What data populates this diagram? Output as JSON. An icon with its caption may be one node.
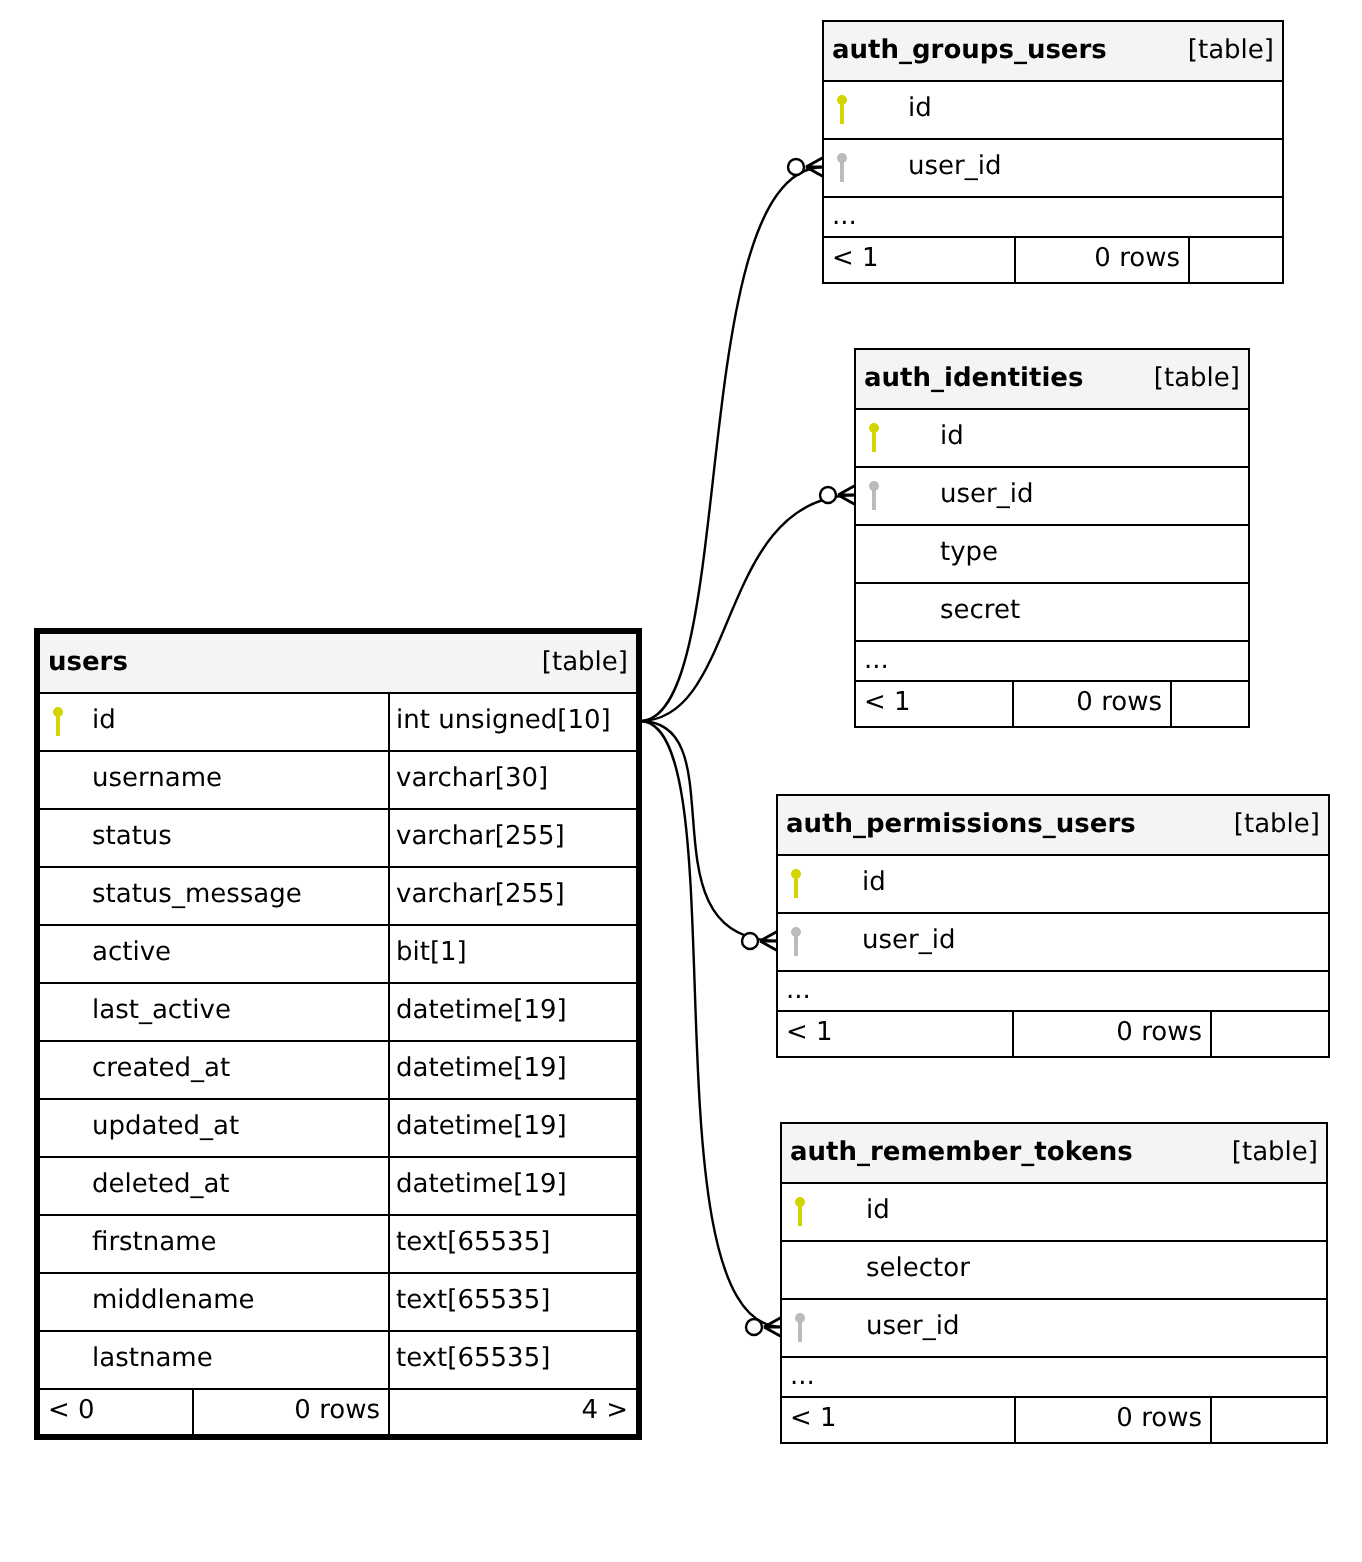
{
  "diagram": {
    "nodes": [
      {
        "text": [
          "users",
          "[table]"
        ]
      },
      {
        "text": [
          "id",
          "int unsigned[10]"
        ],
        "in": 0
      },
      {
        "text": [
          "username",
          "varchar[30]"
        ],
        "in": 0
      },
      {
        "text": [
          "status",
          "varchar[255]"
        ],
        "in": 0
      },
      {
        "text": [
          "status_message",
          "varchar[255]"
        ],
        "in": 0
      },
      {
        "text": [
          "active",
          "bit[1]"
        ],
        "in": 0
      },
      {
        "text": [
          "last_active",
          "datetime[19]"
        ],
        "in": 0
      },
      {
        "text": [
          "created_at",
          "datetime[19]"
        ],
        "in": 0
      },
      {
        "text": [
          "updated_at",
          "datetime[19]"
        ],
        "in": 0
      },
      {
        "text": [
          "deleted_at",
          "datetime[19]"
        ],
        "in": 0
      },
      {
        "text": [
          "firstname",
          "text[65535]"
        ],
        "in": 0
      },
      {
        "text": [
          "middlename",
          "text[65535]"
        ],
        "in": 0
      },
      {
        "text": [
          "lastname",
          "text[65535]"
        ],
        "in": 0
      },
      {
        "text": [
          "< 0",
          "0 rows",
          "4 >"
        ],
        "in": 0
      },
      {
        "text": [
          "auth_groups_users",
          "[table]"
        ]
      },
      {
        "text": [
          "id"
        ],
        "in": 14
      },
      {
        "text": [
          "user_id"
        ],
        "in": 14
      },
      {
        "text": [
          "..."
        ],
        "in": 14
      },
      {
        "text": [
          "< 1",
          "0 rows"
        ],
        "in": 14
      },
      {
        "text": [
          "auth_identities",
          "[table]"
        ]
      },
      {
        "text": [
          "id"
        ],
        "in": 19
      },
      {
        "text": [
          "user_id"
        ],
        "in": 19
      },
      {
        "text": [
          "type"
        ],
        "in": 19
      },
      {
        "text": [
          "secret"
        ],
        "in": 19
      },
      {
        "text": [
          "..."
        ],
        "in": 19
      },
      {
        "text": [
          "< 1",
          "0 rows"
        ],
        "in": 19
      },
      {
        "text": [
          "auth_permissions_users",
          "[table]"
        ]
      },
      {
        "text": [
          "id"
        ],
        "in": 26
      },
      {
        "text": [
          "user_id"
        ],
        "in": 26
      },
      {
        "text": [
          "..."
        ],
        "in": 26
      },
      {
        "text": [
          "< 1",
          "0 rows"
        ],
        "in": 26
      },
      {
        "text": [
          "auth_remember_tokens",
          "[table]"
        ]
      },
      {
        "text": [
          "id"
        ],
        "in": 31
      },
      {
        "text": [
          "selector"
        ],
        "in": 31
      },
      {
        "text": [
          "user_id"
        ],
        "in": 31
      },
      {
        "text": [
          "..."
        ],
        "in": 31
      },
      {
        "text": [
          "< 1",
          "0 rows"
        ],
        "in": 31
      }
    ],
    "edges": [
      {
        "from": 1,
        "to": 16,
        "arrow": "other"
      },
      {
        "from": 1,
        "to": 21,
        "arrow": "other"
      },
      {
        "from": 1,
        "to": 28,
        "arrow": "other"
      },
      {
        "from": 1,
        "to": 34,
        "arrow": "other"
      }
    ]
  }
}
